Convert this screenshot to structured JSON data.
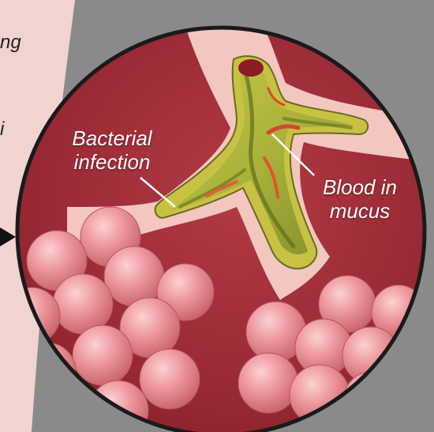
{
  "edge_text": {
    "line1": "ng",
    "line2": "i"
  },
  "labels": {
    "bacterial": {
      "line1": "Bacterial",
      "line2": "infection"
    },
    "blood": {
      "line1": "Blood in",
      "line2": "mucus"
    }
  },
  "colors": {
    "background_gray": "#8a8a8a",
    "side_panel": "#f1d3cf",
    "tissue": "#9a2a33",
    "airway_wall": "#f3c6c0",
    "mucus": "#b6b93e",
    "alveoli": "#e98d92",
    "outline": "#1a1a1a"
  },
  "icons": [
    "pointer-arrow-icon"
  ]
}
